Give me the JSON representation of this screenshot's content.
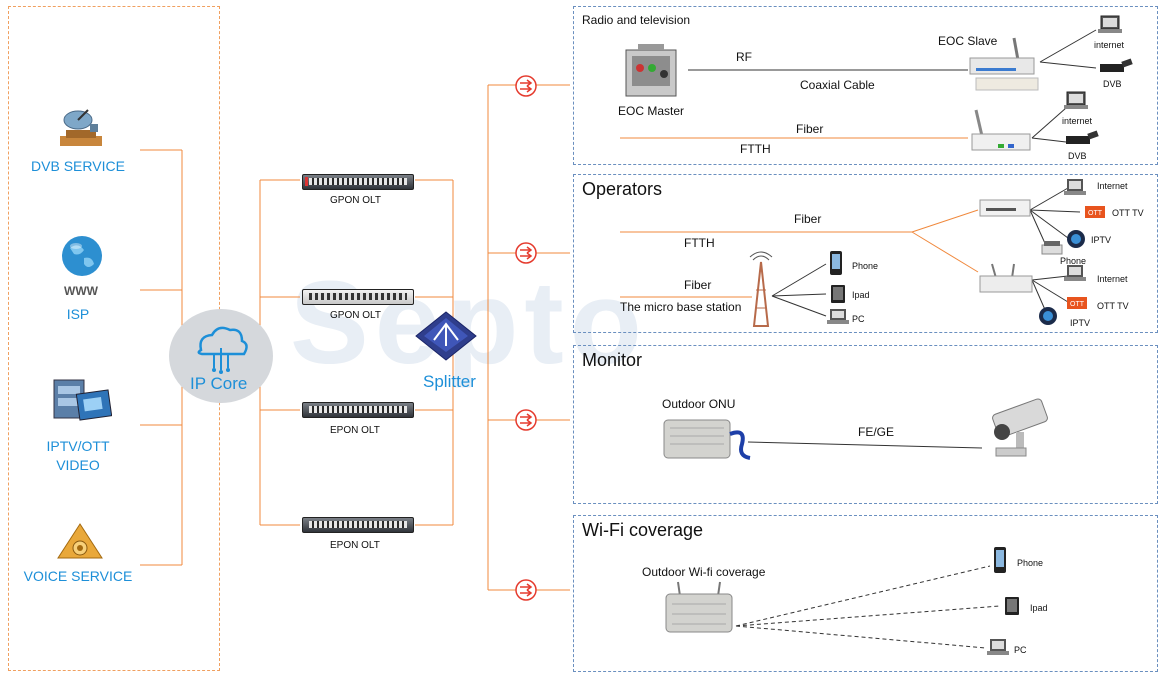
{
  "services": {
    "dvb": "DVB SERVICE",
    "isp": "ISP",
    "www": "WWW",
    "iptv_line1": "IPTV/OTT",
    "iptv_line2": "VIDEO",
    "voice": "VOICE SERVICE"
  },
  "core": {
    "label": "IP Core"
  },
  "olts": [
    "GPON OLT",
    "GPON OLT",
    "EPON OLT",
    "EPON OLT"
  ],
  "splitter": {
    "label": "Splitter"
  },
  "watermark": "Septo",
  "panels": {
    "radio": {
      "title": "Radio and television",
      "eoc_master": "EOC Master",
      "eoc_slave": "EOC Slave",
      "rf": "RF",
      "coaxial": "Coaxial Cable",
      "fiber": "Fiber",
      "ftth": "FTTH",
      "internet1": "internet",
      "dvb1": "DVB",
      "internet2": "internet",
      "dvb2": "DVB"
    },
    "operators": {
      "title": "Operators",
      "fiber1": "Fiber",
      "ftth": "FTTH",
      "fiber2": "Fiber",
      "micro": "The micro base station",
      "phone": "Phone",
      "ipad": "Ipad",
      "pc": "PC",
      "internet1": "Internet",
      "ott1": "OTT TV",
      "iptv1": "IPTV",
      "phone2": "Phone",
      "internet2": "Internet",
      "ott2": "OTT TV",
      "iptv2": "IPTV"
    },
    "monitor": {
      "title": "Monitor",
      "onu": "Outdoor ONU",
      "fege": "FE/GE"
    },
    "wifi": {
      "title": "Wi-Fi coverage",
      "coverage": "Outdoor Wi-fi coverage",
      "phone": "Phone",
      "ipad": "Ipad",
      "pc": "PC"
    }
  },
  "colors": {
    "line": "#f0883c",
    "accent": "#1d8fd8",
    "panel_border": "#6a8fbf",
    "coupler": "#e53b2e"
  }
}
